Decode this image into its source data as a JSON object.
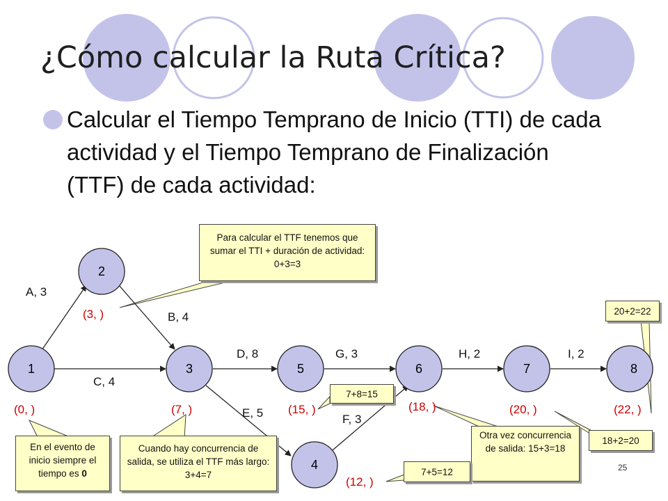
{
  "slide": {
    "title": "¿Cómo calcular la Ruta Crítica?",
    "bullet": "Calcular el Tiempo Temprano de Inicio (TTI) de cada actividad y el Tiempo Temprano de Finalización (TTF) de cada actividad:",
    "page_number": "25"
  },
  "colors": {
    "accent": "#c3c3ea",
    "node_fill": "#c3c3ea",
    "earliest_time": "#cc0000",
    "callout_fill": "#ffffc8"
  },
  "diagram": {
    "nodes": [
      {
        "id": "1",
        "time": "(0, )"
      },
      {
        "id": "2",
        "time": "(3, )"
      },
      {
        "id": "3",
        "time": "(7, )"
      },
      {
        "id": "4",
        "time": "(12, )"
      },
      {
        "id": "5",
        "time": "(15, )"
      },
      {
        "id": "6",
        "time": "(18, )"
      },
      {
        "id": "7",
        "time": "(20, )"
      },
      {
        "id": "8",
        "time": "(22, )"
      }
    ],
    "edges": [
      {
        "from": "1",
        "to": "2",
        "label": "A, 3"
      },
      {
        "from": "2",
        "to": "3",
        "label": "B, 4"
      },
      {
        "from": "1",
        "to": "3",
        "label": "C, 4"
      },
      {
        "from": "3",
        "to": "5",
        "label": "D, 8"
      },
      {
        "from": "3",
        "to": "4",
        "label": "E, 5"
      },
      {
        "from": "4",
        "to": "6",
        "label": "F, 3"
      },
      {
        "from": "5",
        "to": "6",
        "label": "G, 3"
      },
      {
        "from": "6",
        "to": "7",
        "label": "H, 2"
      },
      {
        "from": "7",
        "to": "8",
        "label": "I, 2"
      }
    ]
  },
  "callouts": {
    "ttf_explanation": "Para calcular el TTF tenemos que sumar el TTI + duración de actividad: 0+3=3",
    "start_event_text": "En el evento de inicio siempre el tiempo es ",
    "start_event_bold": "0",
    "concurrency_3": "Cuando hay concurrencia de salida, se utiliza el TTF más largo: 3+4=7",
    "concurrency_6": "Otra vez concurrencia de salida: 15+3=18",
    "calc_5": "7+8=15",
    "calc_4": "7+5=12",
    "calc_7": "18+2=20",
    "calc_8": "20+2=22"
  }
}
